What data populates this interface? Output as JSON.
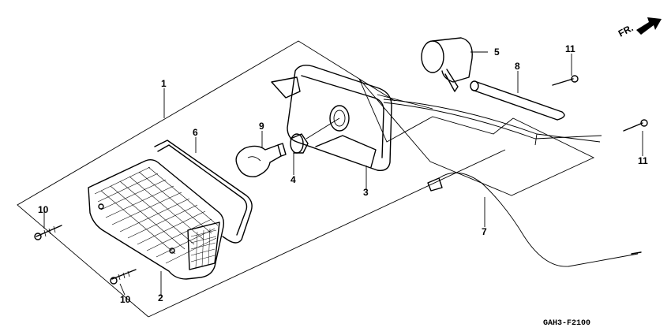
{
  "diagram": {
    "direction_label": "FR.",
    "drawing_code": "GAH3-F2100",
    "parts": [
      {
        "no": "1"
      },
      {
        "no": "2"
      },
      {
        "no": "3"
      },
      {
        "no": "4"
      },
      {
        "no": "5"
      },
      {
        "no": "6"
      },
      {
        "no": "7"
      },
      {
        "no": "8"
      },
      {
        "no": "9"
      },
      {
        "no": "10"
      },
      {
        "no": "10"
      },
      {
        "no": "11"
      },
      {
        "no": "11"
      }
    ]
  }
}
